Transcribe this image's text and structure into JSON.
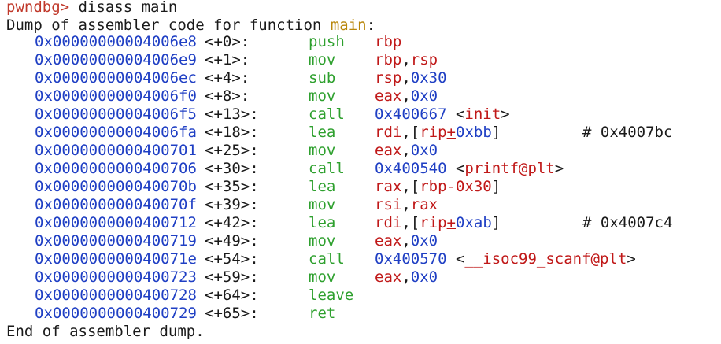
{
  "prompt": {
    "label": "pwndbg>",
    "command": "disass main"
  },
  "header": {
    "prefix": "Dump of assembler code for function ",
    "function": "main",
    "suffix": ":"
  },
  "lines": [
    {
      "address": "0x00000000004006e8",
      "offset": "<+0>:",
      "mnemonic": "push",
      "operands": [
        {
          "t": "reg",
          "v": "rbp"
        }
      ]
    },
    {
      "address": "0x00000000004006e9",
      "offset": "<+1>:",
      "mnemonic": "mov",
      "operands": [
        {
          "t": "reg",
          "v": "rbp"
        },
        {
          "t": "pl",
          "v": ","
        },
        {
          "t": "reg",
          "v": "rsp"
        }
      ]
    },
    {
      "address": "0x00000000004006ec",
      "offset": "<+4>:",
      "mnemonic": "sub",
      "operands": [
        {
          "t": "reg",
          "v": "rsp"
        },
        {
          "t": "pl",
          "v": ","
        },
        {
          "t": "num",
          "v": "0x30"
        }
      ]
    },
    {
      "address": "0x00000000004006f0",
      "offset": "<+8>:",
      "mnemonic": "mov",
      "operands": [
        {
          "t": "reg",
          "v": "eax"
        },
        {
          "t": "pl",
          "v": ","
        },
        {
          "t": "num",
          "v": "0x0"
        }
      ]
    },
    {
      "address": "0x00000000004006f5",
      "offset": "<+13>:",
      "mnemonic": "call",
      "operands": [
        {
          "t": "num",
          "v": "0x400667"
        },
        {
          "t": "pl",
          "v": " <"
        },
        {
          "t": "sym",
          "v": "init"
        },
        {
          "t": "pl",
          "v": ">"
        }
      ]
    },
    {
      "address": "0x00000000004006fa",
      "offset": "<+18>:",
      "mnemonic": "lea",
      "operands": [
        {
          "t": "reg",
          "v": "rdi"
        },
        {
          "t": "pl",
          "v": ",["
        },
        {
          "t": "reg",
          "v": "rip"
        },
        {
          "t": "us",
          "v": "+"
        },
        {
          "t": "num",
          "v": "0xbb"
        },
        {
          "t": "pl",
          "v": "]"
        }
      ],
      "comment": "# 0x4007bc"
    },
    {
      "address": "0x0000000000400701",
      "offset": "<+25>:",
      "mnemonic": "mov",
      "operands": [
        {
          "t": "reg",
          "v": "eax"
        },
        {
          "t": "pl",
          "v": ","
        },
        {
          "t": "num",
          "v": "0x0"
        }
      ]
    },
    {
      "address": "0x0000000000400706",
      "offset": "<+30>:",
      "mnemonic": "call",
      "operands": [
        {
          "t": "num",
          "v": "0x400540"
        },
        {
          "t": "pl",
          "v": " <"
        },
        {
          "t": "sym",
          "v": "printf@plt"
        },
        {
          "t": "pl",
          "v": ">"
        }
      ]
    },
    {
      "address": "0x000000000040070b",
      "offset": "<+35>:",
      "mnemonic": "lea",
      "operands": [
        {
          "t": "reg",
          "v": "rax"
        },
        {
          "t": "pl",
          "v": ",["
        },
        {
          "t": "reg",
          "v": "rbp-0x30"
        },
        {
          "t": "pl",
          "v": "]"
        }
      ]
    },
    {
      "address": "0x000000000040070f",
      "offset": "<+39>:",
      "mnemonic": "mov",
      "operands": [
        {
          "t": "reg",
          "v": "rsi"
        },
        {
          "t": "pl",
          "v": ","
        },
        {
          "t": "reg",
          "v": "rax"
        }
      ]
    },
    {
      "address": "0x0000000000400712",
      "offset": "<+42>:",
      "mnemonic": "lea",
      "operands": [
        {
          "t": "reg",
          "v": "rdi"
        },
        {
          "t": "pl",
          "v": ",["
        },
        {
          "t": "reg",
          "v": "rip"
        },
        {
          "t": "us",
          "v": "+"
        },
        {
          "t": "num",
          "v": "0xab"
        },
        {
          "t": "pl",
          "v": "]"
        }
      ],
      "comment": "# 0x4007c4"
    },
    {
      "address": "0x0000000000400719",
      "offset": "<+49>:",
      "mnemonic": "mov",
      "operands": [
        {
          "t": "reg",
          "v": "eax"
        },
        {
          "t": "pl",
          "v": ","
        },
        {
          "t": "num",
          "v": "0x0"
        }
      ]
    },
    {
      "address": "0x000000000040071e",
      "offset": "<+54>:",
      "mnemonic": "call",
      "operands": [
        {
          "t": "num",
          "v": "0x400570"
        },
        {
          "t": "pl",
          "v": " <"
        },
        {
          "t": "sym",
          "v": "__isoc99_scanf@plt"
        },
        {
          "t": "pl",
          "v": ">"
        }
      ]
    },
    {
      "address": "0x0000000000400723",
      "offset": "<+59>:",
      "mnemonic": "mov",
      "operands": [
        {
          "t": "reg",
          "v": "eax"
        },
        {
          "t": "pl",
          "v": ","
        },
        {
          "t": "num",
          "v": "0x0"
        }
      ]
    },
    {
      "address": "0x0000000000400728",
      "offset": "<+64>:",
      "mnemonic": "leave",
      "operands": []
    },
    {
      "address": "0x0000000000400729",
      "offset": "<+65>:",
      "mnemonic": "ret",
      "operands": []
    }
  ],
  "footer": "End of assembler dump.",
  "colors": {
    "prompt": "#c0392b",
    "function_name": "#b8860b",
    "address": "#1f3fc4",
    "mnemonic": "#2ea02e",
    "register": "#c01818",
    "number": "#1f3fc4",
    "plain": "#1a1a1a",
    "background": "#ffffff"
  }
}
